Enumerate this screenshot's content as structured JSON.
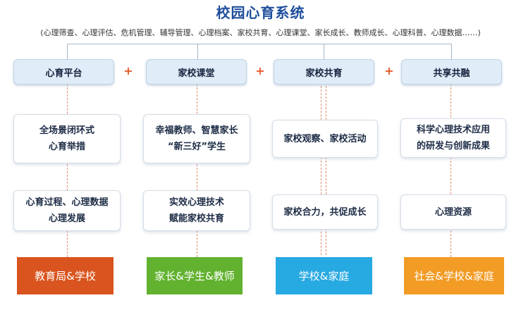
{
  "title": "校园心育系统",
  "subtitle": "(心理筛查、心理评估、危机管理、辅导管理、心理档案、家校共育、心理课堂、家长成长、教师成长、心理科普、心理数据……)",
  "plus": "+",
  "columns": [
    {
      "header": "心育平台",
      "box1": [
        "全场景闭环式",
        "心育举措"
      ],
      "box2": [
        "心育过程、心理数据",
        "心理发展"
      ],
      "bottom": "教育局&学校",
      "bottom_color": "#d9541e"
    },
    {
      "header": "家校课堂",
      "box1": [
        "幸福教师、智慧家长",
        "“新三好”学生"
      ],
      "box2": [
        "实效心理技术",
        "赋能家校共育"
      ],
      "bottom": "家长&学生&教师",
      "bottom_color": "#62b22f"
    },
    {
      "header": "家校共育",
      "box1": [
        "家校观察、家校活动"
      ],
      "box2": [
        "家校合力，共促成长"
      ],
      "bottom": "学校&家庭",
      "bottom_color": "#27a9e1"
    },
    {
      "header": "共享共融",
      "box1": [
        "科学心理技术应用",
        "的研发与创新成果"
      ],
      "box2": [
        "心理资源"
      ],
      "bottom": "社会&学校&家庭",
      "bottom_color": "#f29b25"
    }
  ]
}
